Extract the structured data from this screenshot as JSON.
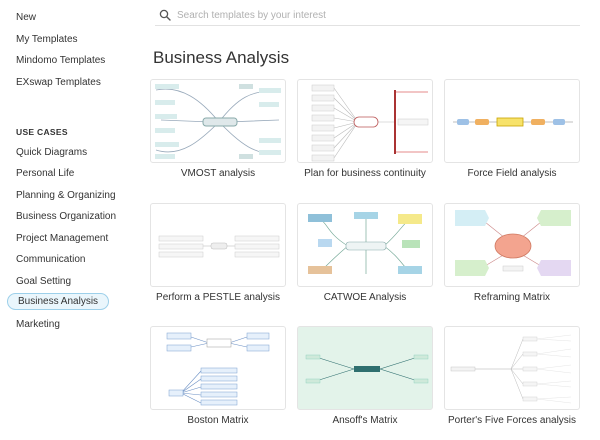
{
  "sidebar": {
    "items": [
      {
        "label": "New"
      },
      {
        "label": "My Templates"
      },
      {
        "label": "Mindomo Templates"
      },
      {
        "label": "EXswap Templates"
      }
    ],
    "use_cases_heading": "USE CASES",
    "use_cases": [
      {
        "label": "Quick Diagrams"
      },
      {
        "label": "Personal Life"
      },
      {
        "label": "Planning & Organizing"
      },
      {
        "label": "Business Organization"
      },
      {
        "label": "Project Management"
      },
      {
        "label": "Communication"
      },
      {
        "label": "Goal Setting"
      },
      {
        "label": "Business Analysis",
        "active": true
      },
      {
        "label": "Marketing"
      }
    ]
  },
  "search": {
    "placeholder": "Search templates by your interest",
    "value": ""
  },
  "main": {
    "section_title": "Business Analysis",
    "templates": [
      {
        "label": "VMOST analysis"
      },
      {
        "label": "Plan for business continuity"
      },
      {
        "label": "Force Field analysis"
      },
      {
        "label": "Perform a PESTLE analysis"
      },
      {
        "label": "CATWOE Analysis"
      },
      {
        "label": "Reframing Matrix"
      },
      {
        "label": "Boston Matrix"
      },
      {
        "label": "Ansoff's Matrix"
      },
      {
        "label": "Porter's Five Forces analysis"
      }
    ]
  },
  "colors": {
    "active_border": "#9dd0ea",
    "active_bg": "#eaf6fc",
    "text": "#333333"
  }
}
